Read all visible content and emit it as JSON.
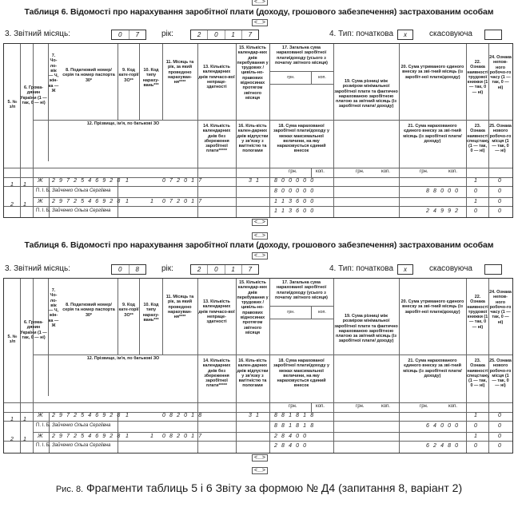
{
  "caption": {
    "prefix": "Рис. 8.",
    "text": "Фрагменти таблиць 5 і 6 Звіту за формою № Д4 (запитання 8, варіант 2)"
  },
  "arrow_label": "<...>",
  "tables": [
    {
      "title": "Таблиця 6. Відомості про нарахування заробітної плати (доходу, грошового забезпечення) застрахованим особам",
      "month_label": "3. Звітний місяць:",
      "month_digits": [
        "0",
        "7"
      ],
      "year_label": "рік:",
      "year_digits": [
        "2",
        "0",
        "1",
        "7"
      ],
      "type_label": "4. Тип: початкова",
      "initial_mark": "x",
      "cancel_label": "скасовуюча",
      "headers": {
        "c5": "5. № з/п",
        "c6": "6. Грома-дянин України (1 — так, 0 — ні)",
        "c7": "7. Чо-ло-вік — Ч, жін-ка — Ж",
        "c8": "8. Податковий номер/серія та номер паспорта 30*",
        "c9": "9. Код кате-горії ЗО**",
        "c10": "10. Код типу нараху-вань***",
        "c11": "11. Місяць та рік, за який проведено нарахуван-ня****",
        "c12": "12. Прізвище, ім'я, по батькові ЗО",
        "c13": "13. Кількість календарних днів тимчасо-вої непраце-здатності",
        "c14": "14. Кількість календарних днів без збереження заробітної плати*****",
        "c15": "15. Кількість календар-них днів перебування у трудових / цивіль-но-правових відносинах протягом звітного місяця",
        "c16": "16. Кіль-кість кален-дарних днів відпустки у зв'язку з вагітністю та пологами",
        "c17": "17. Загальна сума нарахованої заробітної плати/доходу (усього з початку звітного місяця)",
        "c18": "18. Сума нарахованої заробітної плати/доходу у межах максимальної величини, на яку нараховується єдиний внесок",
        "c19": "19. Сума різниці між розміром мінімальної заробітної плати та фактично нарахованою заробітною платою за звітний місяць (із заробітної плати/ доходу)",
        "c20": "20. Сума утриманого єдиного внеску за зві-тний місяць (із заробіт-ної плати/доходу)",
        "c21": "21. Сума нарахованого єдиного внеску за зві-тний місяць (із заробітної плати/доходу)",
        "c22": "22. Ознака наявності трудової книжки (1 — так, 0 — ні)",
        "c23": "23. Ознака наявності спецстажу (1 — так, 0 — ні)",
        "c24": "24. Ознака непов-ного робочо-го часу (1 — так, 0 — ні)",
        "c25": "25. Ознака нового робочо-го місця (1 — так, 0 — ні)",
        "grn": "грн.",
        "kop": "коп."
      },
      "rows": [
        {
          "n": "1",
          "cit": "1",
          "sex": "Ж",
          "tax": "2 9 7 2 5 4 6 9 2 8",
          "cat": "1",
          "code": "",
          "month": "0 7 2 0 1 7",
          "days15": "3 1",
          "sum17": "8 0 0 0 0 0",
          "sum18": "8 0 0 0 0 0",
          "sum20": "",
          "sum21": "",
          "f22": "1",
          "f23": "0",
          "f24": "0",
          "f25": "0",
          "pib_label": "П. І. Б.",
          "pib": "Зайченко Ольга Сергіївна",
          "sum20b": "8 8 0 0 0",
          "sum21b": ""
        },
        {
          "n": "2",
          "cit": "1",
          "sex": "Ж",
          "tax": "2 9 7 2 5 4 6 9 2 8",
          "cat": "1",
          "code": "1",
          "month": "0 7 2 0 1 7",
          "days15": "",
          "sum17": "1 1 3 6 0 0",
          "sum18": "1 1 3 6 0 0",
          "sum20": "",
          "sum21": "",
          "f22": "1",
          "f23": "0",
          "f24": "0",
          "f25": "0",
          "pib_label": "П. І. Б.",
          "pib": "Зайченко Ольга Сергіївна",
          "sum20b": "",
          "sum21b": "2 4 9 9 2"
        }
      ]
    },
    {
      "title": "Таблиця 6. Відомості про нарахування заробітної плати (доходу, грошового забезпечення) застрахованим особам",
      "month_label": "3. Звітний місяць:",
      "month_digits": [
        "0",
        "8"
      ],
      "year_label": "рік:",
      "year_digits": [
        "2",
        "0",
        "1",
        "7"
      ],
      "type_label": "4. Тип: початкова",
      "initial_mark": "x",
      "cancel_label": "скасовуюча",
      "rows": [
        {
          "n": "1",
          "cit": "1",
          "sex": "Ж",
          "tax": "2 9 7 2 5 4 6 9 2 8",
          "cat": "1",
          "code": "",
          "month": "0 8 2 0 1 8",
          "days15": "3 1",
          "sum17": "8 8 1 8 1 8",
          "sum18": "8 8 1 8 1 8",
          "f22": "1",
          "f23": "0",
          "f24": "0",
          "f25": "0",
          "pib_label": "П. І. Б.",
          "pib": "Зайченко Ольга Сергіївна",
          "sum20b": "6 4 0 0 0",
          "sum21b": ""
        },
        {
          "n": "2",
          "cit": "1",
          "sex": "Ж",
          "tax": "2 9 7 2 5 4 6 9 2 8",
          "cat": "1",
          "code": "1",
          "month": "0 8 2 0 1 7",
          "days15": "",
          "sum17": "2 8 4 0 0",
          "sum18": "2 8 4 0 0",
          "f22": "1",
          "f23": "0",
          "f24": "0",
          "f25": "0",
          "pib_label": "П. І. Б.",
          "pib": "Зайченко Ольга Сергіївна",
          "sum20b": "",
          "sum21b": "6 2 4 8 0"
        }
      ]
    }
  ]
}
